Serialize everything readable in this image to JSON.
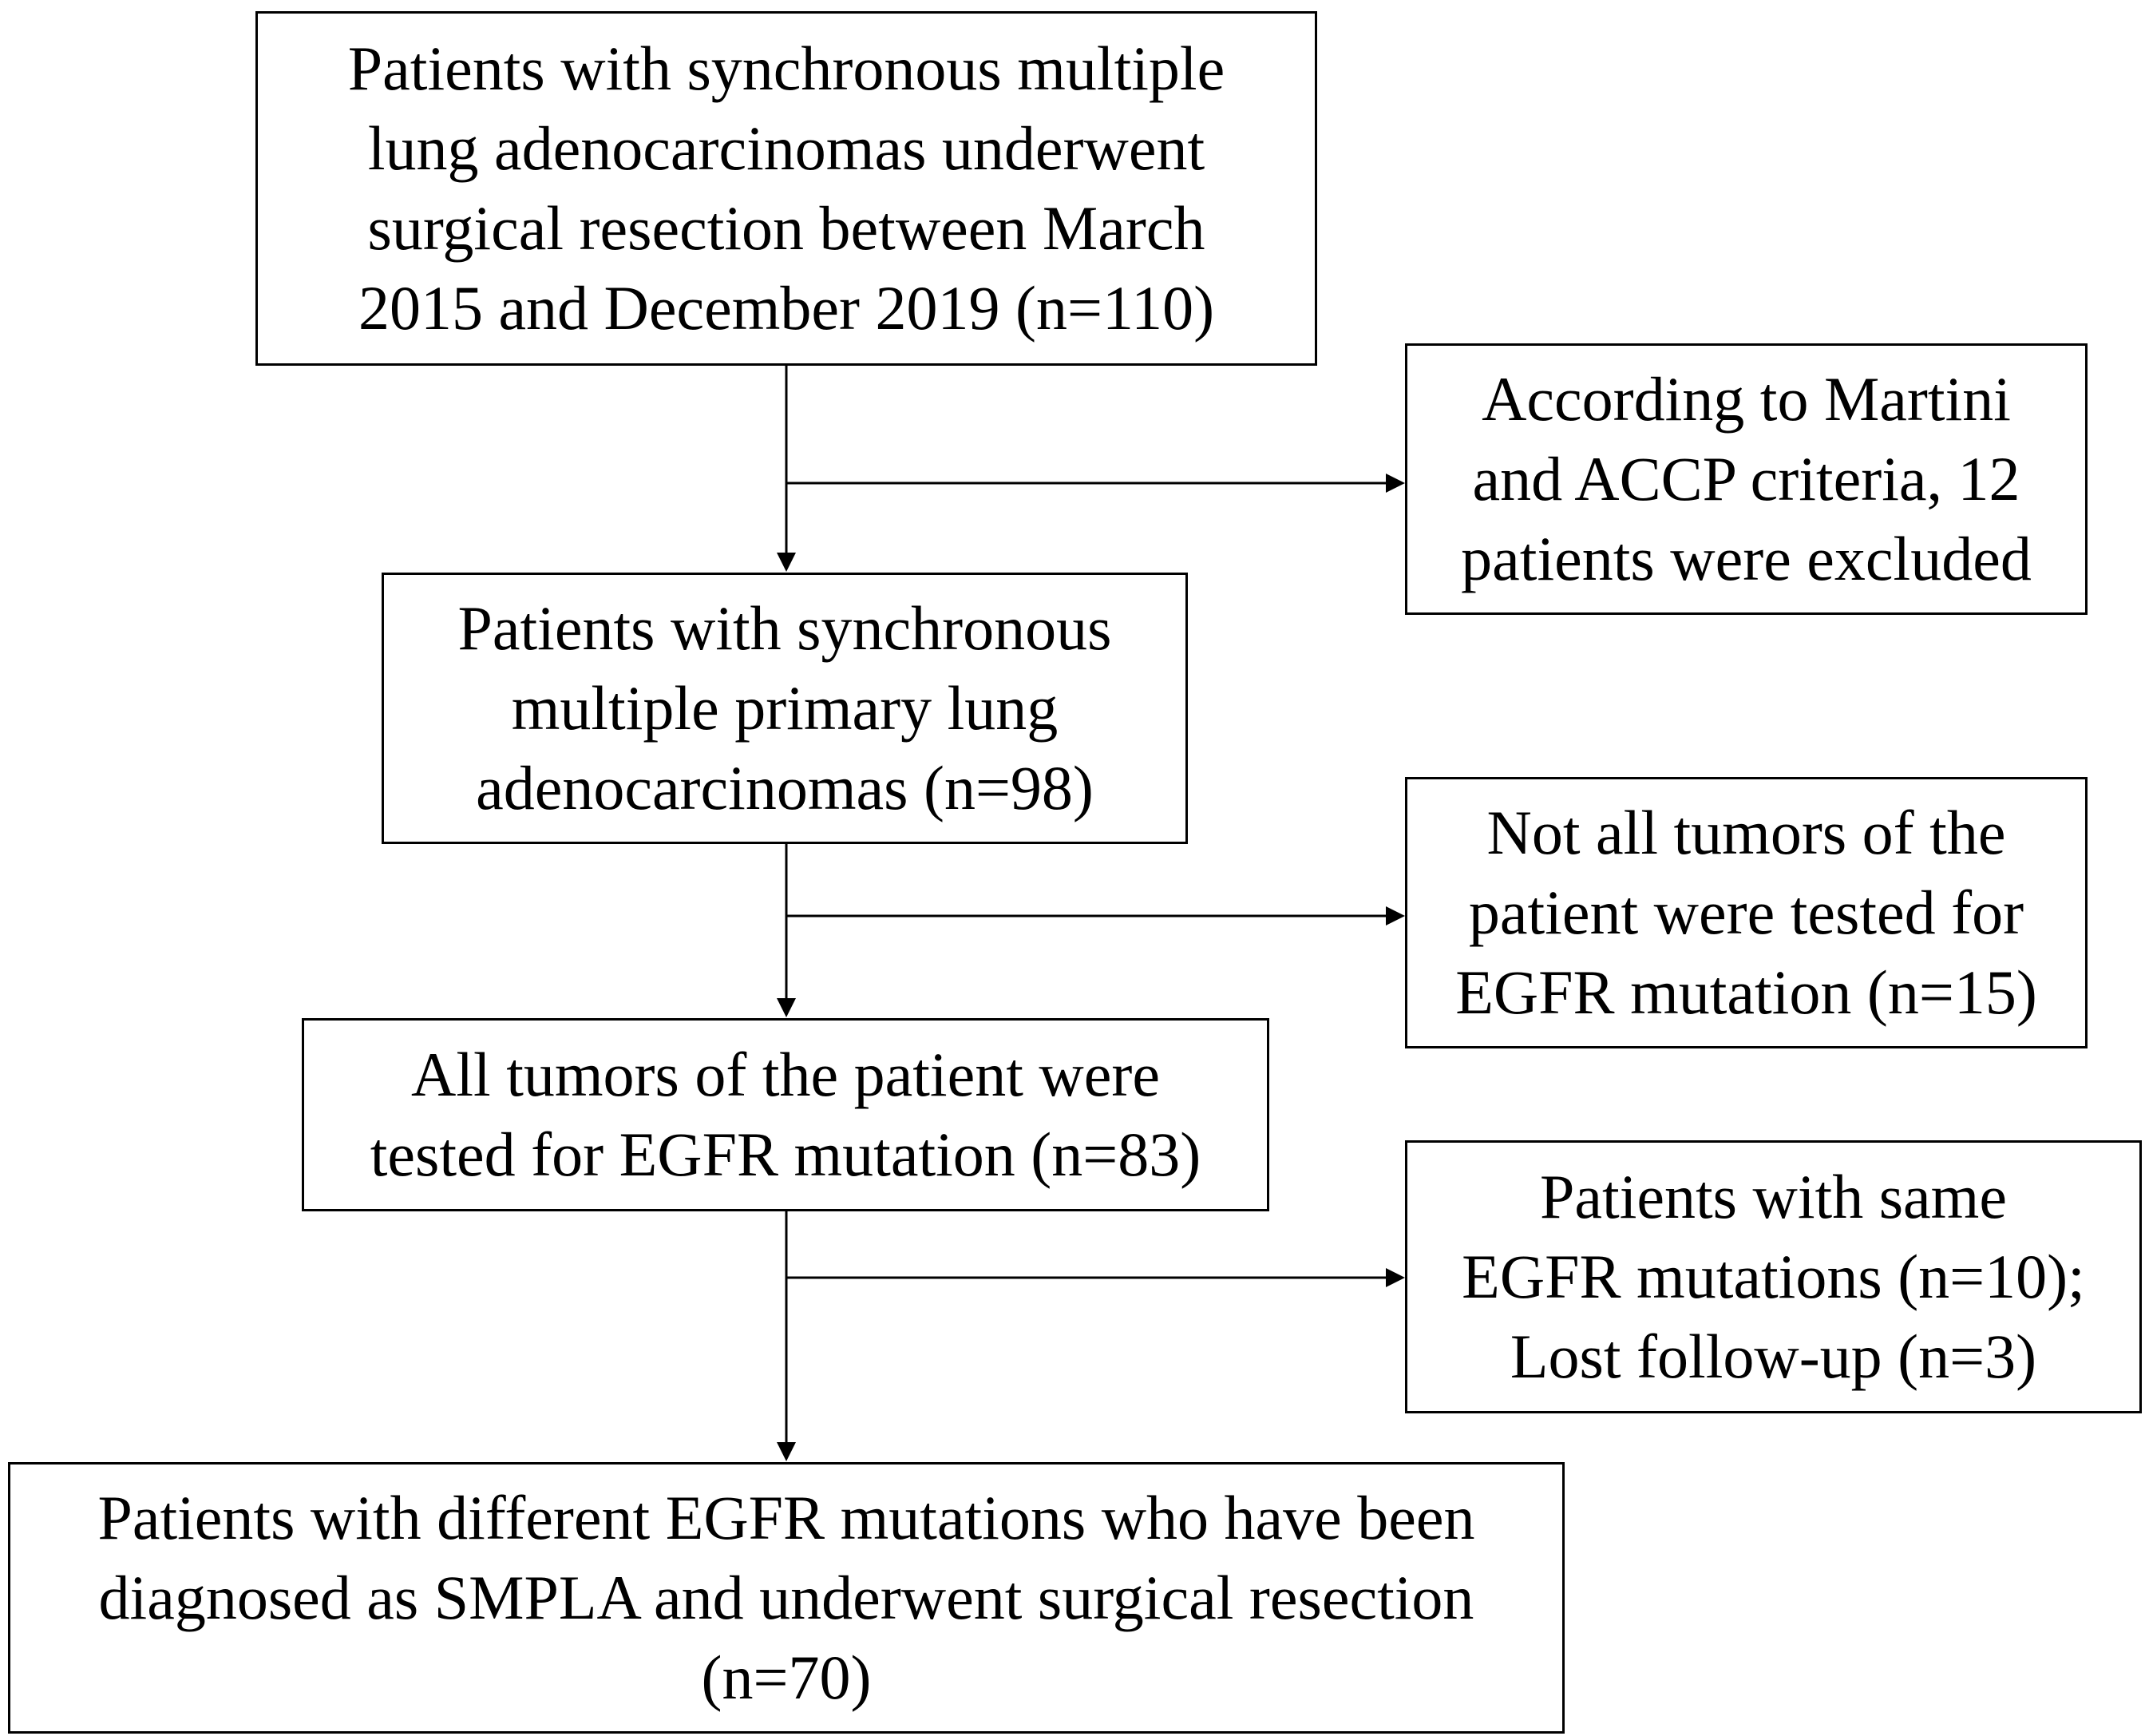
{
  "flowchart": {
    "boxes": {
      "start": {
        "lines": [
          "Patients with synchronous multiple",
          "lung adenocarcinomas underwent",
          "surgical resection between March",
          "2015 and December 2019 (n=110)"
        ]
      },
      "step2": {
        "lines": [
          "Patients with synchronous",
          "multiple primary lung",
          "adenocarcinomas (n=98)"
        ]
      },
      "step3": {
        "lines": [
          "All tumors of the patient were",
          "tested for EGFR mutation (n=83)"
        ]
      },
      "final": {
        "lines": [
          "Patients with different EGFR mutations who have been",
          "diagnosed as SMPLA and underwent surgical resection",
          "(n=70)"
        ]
      },
      "exclusion1": {
        "lines": [
          "According to Martini",
          "and ACCP criteria, 12",
          "patients were excluded"
        ]
      },
      "exclusion2": {
        "lines": [
          "Not all tumors of the",
          "patient were tested for",
          "EGFR mutation (n=15)"
        ]
      },
      "exclusion3": {
        "lines": [
          "Patients with same",
          "EGFR mutations (n=10);",
          "Lost follow-up (n=3)"
        ]
      }
    },
    "colors": {
      "stroke": "#000000",
      "background": "#ffffff",
      "text": "#000000"
    }
  }
}
